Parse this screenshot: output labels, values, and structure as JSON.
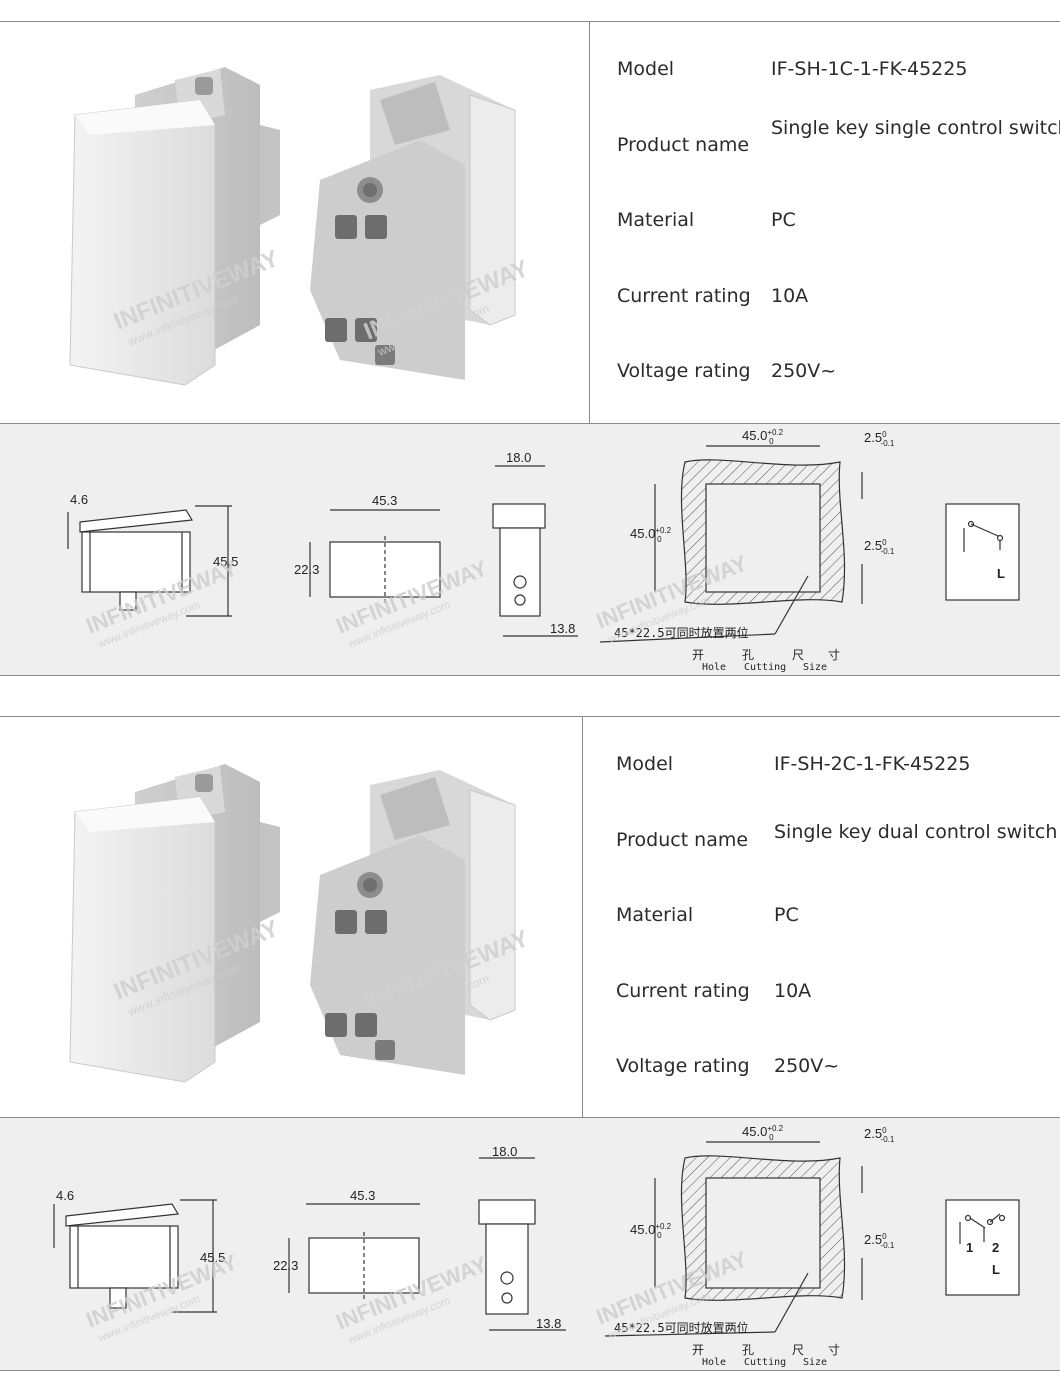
{
  "watermark": {
    "brand": "INFINITIVEWAY",
    "url": "www.infinitiveway.com"
  },
  "spec_labels": [
    "Model",
    "Product name",
    "Material",
    "Current rating",
    "Voltage rating"
  ],
  "products": [
    {
      "model": "IF-SH-1C-1-FK-45225",
      "product_name": "Single key single control switch",
      "material": "PC",
      "current_rating": "10A",
      "voltage_rating": "250V~",
      "diagram": {
        "side_offset": "4.6",
        "side_height": "45.5",
        "front_width": "45.3",
        "front_height": "22.3",
        "rear_width": "18.0",
        "rear_depth": "13.8",
        "cutout_width": "45.0",
        "cutout_tol_upper": "+0.2",
        "cutout_tol_lower": "0",
        "margin_value": "2.5",
        "margin_tol_upper": "0",
        "margin_tol_lower": "-0.1",
        "note": "45*22.5可同时放置两位",
        "hole_cn": [
          "开",
          "孔",
          "尺",
          "寸"
        ],
        "hole_en": [
          "Hole",
          "Cutting",
          "Size"
        ],
        "schematic_labels": [
          "L"
        ]
      }
    },
    {
      "model": "IF-SH-2C-1-FK-45225",
      "product_name": "Single key dual control switch",
      "material": "PC",
      "current_rating": "10A",
      "voltage_rating": "250V~",
      "diagram": {
        "side_offset": "4.6",
        "side_height": "45.5",
        "front_width": "45.3",
        "front_height": "22.3",
        "rear_width": "18.0",
        "rear_depth": "13.8",
        "cutout_width": "45.0",
        "cutout_tol_upper": "+0.2",
        "cutout_tol_lower": "0",
        "margin_value": "2.5",
        "margin_tol_upper": "0",
        "margin_tol_lower": "-0.1",
        "note": "45*22.5可同时放置两位",
        "hole_cn": [
          "开",
          "孔",
          "尺",
          "寸"
        ],
        "hole_en": [
          "Hole",
          "Cutting",
          "Size"
        ],
        "schematic_labels": [
          "1",
          "2",
          "L"
        ]
      }
    }
  ]
}
